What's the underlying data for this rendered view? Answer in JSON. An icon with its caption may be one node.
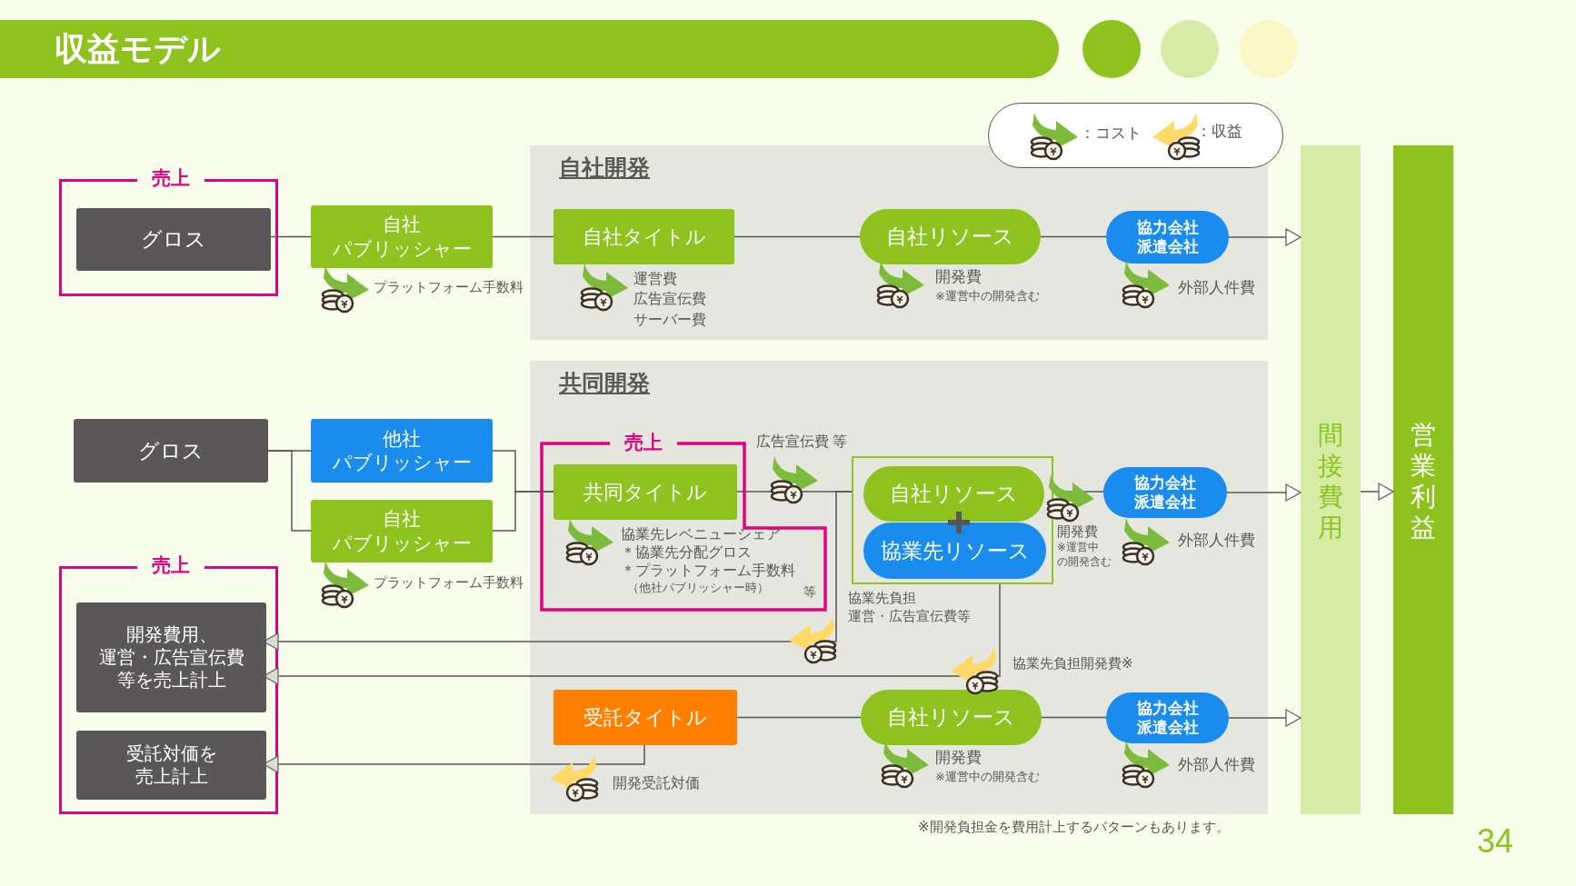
{
  "diagram": {
    "title": "収益モデル",
    "nodes": [
      {
        "text": [
          "売上"
        ]
      },
      {
        "text": [
          "グロス"
        ],
        "in": 0
      },
      {
        "text": [
          "自社パブリッシャー"
        ],
        "beside": [
          "プラットフォーム手数料"
        ]
      },
      {
        "text": [
          "自社開発"
        ]
      },
      {
        "text": [
          "自社タイトル"
        ],
        "in": 3,
        "beside": [
          "運営費広告宣伝費サーバー費"
        ]
      },
      {
        "text": [
          "自社リソース"
        ],
        "in": 3,
        "beside": [
          "開発費",
          "※運営中の開発含む"
        ]
      },
      {
        "text": [
          "協力会社派遣会社"
        ],
        "in": 3,
        "beside": [
          "外部人件費"
        ]
      },
      {
        "text": [
          "間接費用"
        ]
      },
      {
        "text": [
          "営業利益"
        ]
      },
      {
        "text": [
          "グロス"
        ]
      },
      {
        "text": [
          "他社パブリッシャー"
        ]
      },
      {
        "text": [
          "自社パブリッシャー"
        ],
        "beside": [
          "プラットフォーム手数料"
        ]
      },
      {
        "text": [
          "共同開発"
        ]
      },
      {
        "text": [
          "売上"
        ],
        "in": 12
      },
      {
        "text": [
          "共同タイトル"
        ],
        "in": 13,
        "beside": [
          "協業先レベニューシェア",
          "＊協業先分配グロス",
          "＊プラットフォーム手数料",
          "（他社パブリッシャー時）",
          "等"
        ]
      },
      {
        "text": [],
        "shape": "box",
        "in": 12,
        "beside": [
          "開発費",
          "※運営中の開発含む"
        ]
      },
      {
        "text": [
          "自社リソース"
        ],
        "in": 15
      },
      {
        "text": [
          "協業先リソース"
        ],
        "in": 15
      },
      {
        "text": [
          "協力会社派遣会社"
        ],
        "in": 12,
        "beside": [
          "外部人件費"
        ]
      },
      {
        "text": [
          "売上"
        ]
      },
      {
        "text": [
          "開発費用、運営・広告宣伝費等を売上計上"
        ],
        "in": 19
      },
      {
        "text": [
          "受託対価を売上計上"
        ],
        "in": 19
      },
      {
        "text": [
          "受託タイトル"
        ],
        "in": 12
      },
      {
        "text": [
          "自社リソース"
        ],
        "in": 12,
        "beside": [
          "開発費",
          "※運営中の開発含む"
        ]
      },
      {
        "text": [
          "協力会社派遣会社"
        ],
        "in": 12,
        "beside": [
          "外部人件費"
        ]
      }
    ],
    "edges": [
      {
        "from": 1,
        "to": 2,
        "arrow": "none"
      },
      {
        "from": 2,
        "to": 4,
        "arrow": "none"
      },
      {
        "from": 4,
        "to": 5,
        "arrow": "none"
      },
      {
        "from": 5,
        "to": 6,
        "arrow": "none"
      },
      {
        "from": 6,
        "to": 7,
        "arrow": "to"
      },
      {
        "from": 9,
        "to": 10,
        "arrow": "none"
      },
      {
        "from": 9,
        "to": 11,
        "arrow": "none"
      },
      {
        "from": 10,
        "to": 14,
        "arrow": "none"
      },
      {
        "from": 11,
        "to": 14,
        "arrow": "none"
      },
      {
        "from": 14,
        "to": 15,
        "arrow": "none"
      },
      {
        "from": 15,
        "to": 18,
        "arrow": "none"
      },
      {
        "from": 18,
        "to": 7,
        "arrow": "to"
      },
      {
        "from": 7,
        "to": 8,
        "arrow": "to"
      },
      {
        "from": 15,
        "to": 20,
        "arrow": "to",
        "label": "協業先負担運営・広告宣伝費等"
      },
      {
        "from": 15,
        "to": 20,
        "arrow": "to",
        "label": "協業先負担開発費※"
      },
      {
        "from": 22,
        "to": 23,
        "arrow": "none"
      },
      {
        "from": 23,
        "to": 24,
        "arrow": "none"
      },
      {
        "from": 24,
        "to": 7,
        "arrow": "to"
      },
      {
        "from": 22,
        "to": 21,
        "arrow": "to",
        "label": "開発受託対価"
      }
    ],
    "labels": [
      "広告宣伝費 等",
      "※開発負担金を費用計上するパターンもあります。",
      "34"
    ],
    "legend": [
      {
        "text": "：コスト"
      },
      {
        "text": "：収益"
      }
    ]
  }
}
